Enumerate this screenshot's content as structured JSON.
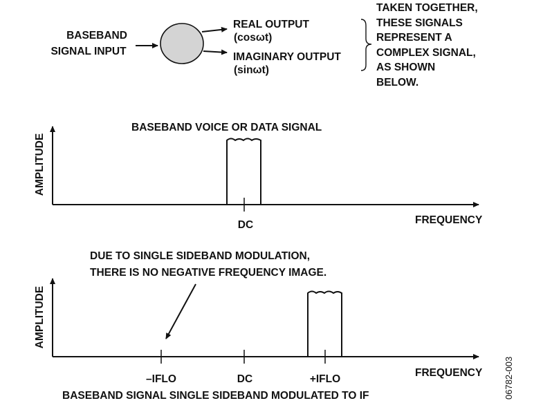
{
  "colors": {
    "ink": "#111111",
    "circle_fill": "#d4d4d4",
    "background": "#ffffff"
  },
  "top": {
    "input_label": [
      "BASEBAND",
      "SIGNAL INPUT"
    ],
    "real_output": "REAL OUTPUT",
    "real_output_formula": "(cosωt)",
    "imag_output": "IMAGINARY OUTPUT",
    "imag_output_formula": "(sinωt)",
    "note": [
      "TAKEN TOGETHER,",
      "THESE SIGNALS",
      "REPRESENT A",
      "COMPLEX SIGNAL,",
      "AS SHOWN",
      "BELOW."
    ]
  },
  "plot1": {
    "title": "BASEBAND VOICE OR DATA SIGNAL",
    "ylabel": "AMPLITUDE",
    "xlabel": "FREQUENCY",
    "tick_dc": "DC"
  },
  "plot2": {
    "annotation": [
      "DUE TO SINGLE SIDEBAND MODULATION,",
      "THERE IS NO NEGATIVE FREQUENCY IMAGE."
    ],
    "ylabel": "AMPLITUDE",
    "xlabel": "FREQUENCY",
    "tick_neg": "–IFLO",
    "tick_dc": "DC",
    "tick_pos": "+IFLO",
    "caption": "BASEBAND SIGNAL SINGLE SIDEBAND MODULATED TO IF"
  },
  "figure_id": "06782-003"
}
